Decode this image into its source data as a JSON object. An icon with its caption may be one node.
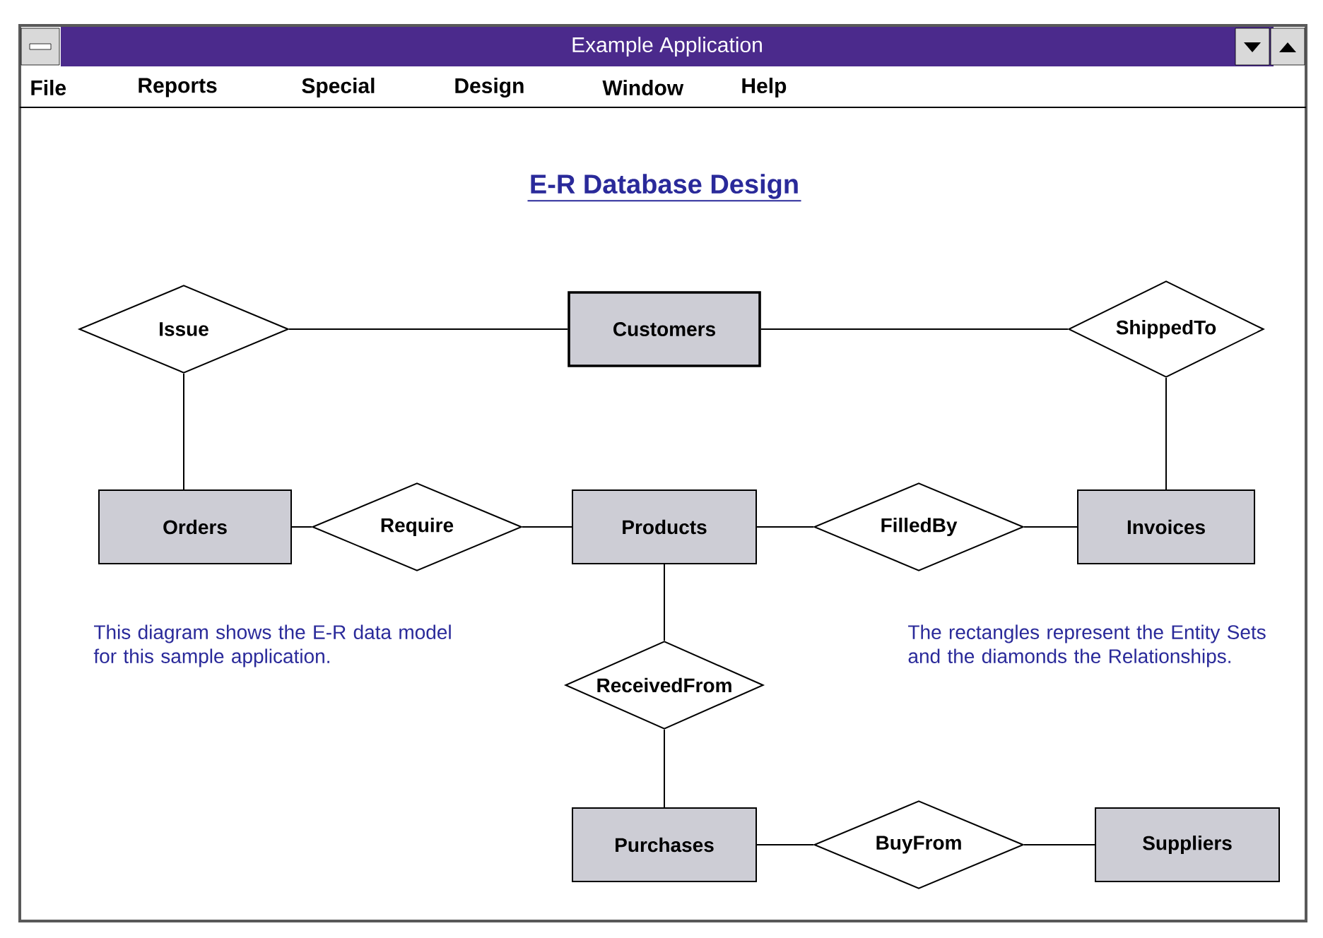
{
  "diagram": {
    "title": "E-R Database Design",
    "nodes": [
      {
        "text": [
          "Customers"
        ]
      },
      {
        "text": [
          "Issue"
        ]
      },
      {
        "text": [
          "ShippedTo"
        ]
      },
      {
        "text": [
          "Orders"
        ]
      },
      {
        "text": [
          "Require"
        ]
      },
      {
        "text": [
          "Products"
        ]
      },
      {
        "text": [
          "FilledBy"
        ]
      },
      {
        "text": [
          "Invoices"
        ]
      },
      {
        "text": [
          "ReceivedFrom"
        ]
      },
      {
        "text": [
          "Purchases"
        ]
      },
      {
        "text": [
          "BuyFrom"
        ]
      },
      {
        "text": [
          "Suppliers"
        ]
      }
    ],
    "edges": [
      {
        "from": 1,
        "to": 0,
        "arrow": "none"
      },
      {
        "from": 0,
        "to": 2,
        "arrow": "none"
      },
      {
        "from": 1,
        "to": 3,
        "arrow": "none"
      },
      {
        "from": 2,
        "to": 7,
        "arrow": "none"
      },
      {
        "from": 3,
        "to": 4,
        "arrow": "none"
      },
      {
        "from": 4,
        "to": 5,
        "arrow": "none"
      },
      {
        "from": 5,
        "to": 6,
        "arrow": "none"
      },
      {
        "from": 6,
        "to": 7,
        "arrow": "none"
      },
      {
        "from": 5,
        "to": 8,
        "arrow": "none"
      },
      {
        "from": 8,
        "to": 9,
        "arrow": "none"
      },
      {
        "from": 9,
        "to": 10,
        "arrow": "none"
      },
      {
        "from": 10,
        "to": 11,
        "arrow": "none"
      }
    ],
    "labels": [
      "Example Application",
      "File",
      "Reports",
      "Special",
      "Design",
      "Window",
      "Help",
      "This diagram shows the E-R data model for this sample application.",
      "The rectangles represent the Entity Sets and the diamonds the Relationships."
    ]
  }
}
